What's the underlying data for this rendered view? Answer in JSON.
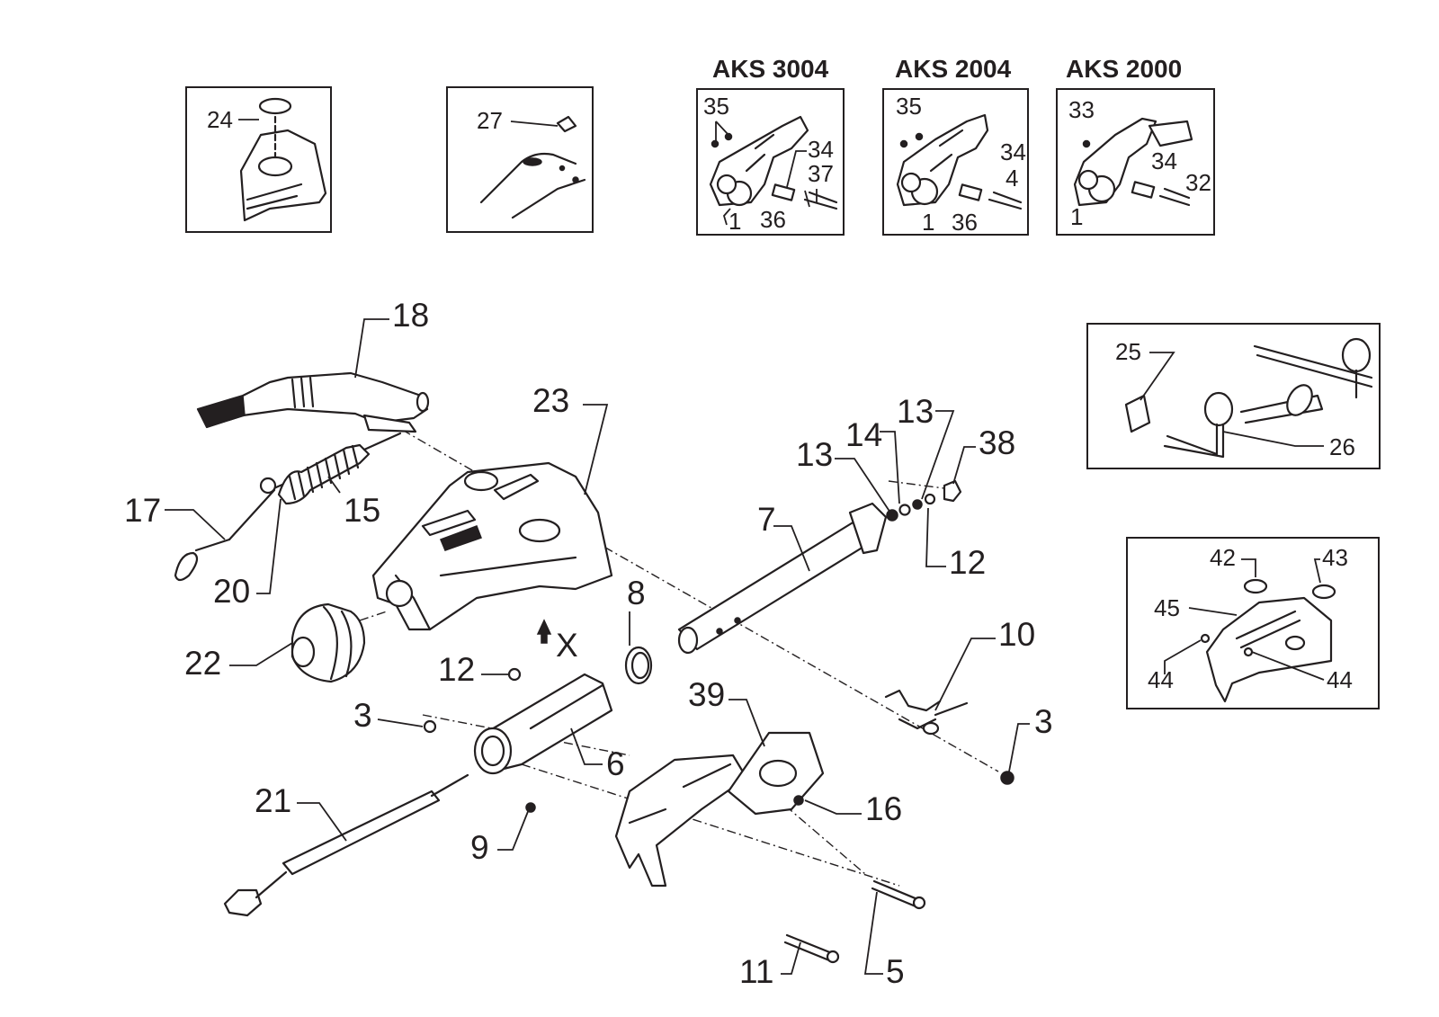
{
  "diagram": {
    "model_titles": [
      "AKS 3004",
      "AKS 2004",
      "AKS 2000"
    ],
    "view_marker": "X",
    "callouts": {
      "p1": "1",
      "p3": "3",
      "p4": "4",
      "p5": "5",
      "p6": "6",
      "p7": "7",
      "p8": "8",
      "p9": "9",
      "p10": "10",
      "p11": "11",
      "p12": "12",
      "p13": "13",
      "p14": "14",
      "p15": "15",
      "p16": "16",
      "p17": "17",
      "p18": "18",
      "p20": "20",
      "p21": "21",
      "p22": "22",
      "p23": "23",
      "p24": "24",
      "p25": "25",
      "p26": "26",
      "p27": "27",
      "p32": "32",
      "p33": "33",
      "p34": "34",
      "p35": "35",
      "p36": "36",
      "p37": "37",
      "p38": "38",
      "p39": "39",
      "p42": "42",
      "p43": "43",
      "p44": "44",
      "p45": "45"
    }
  }
}
